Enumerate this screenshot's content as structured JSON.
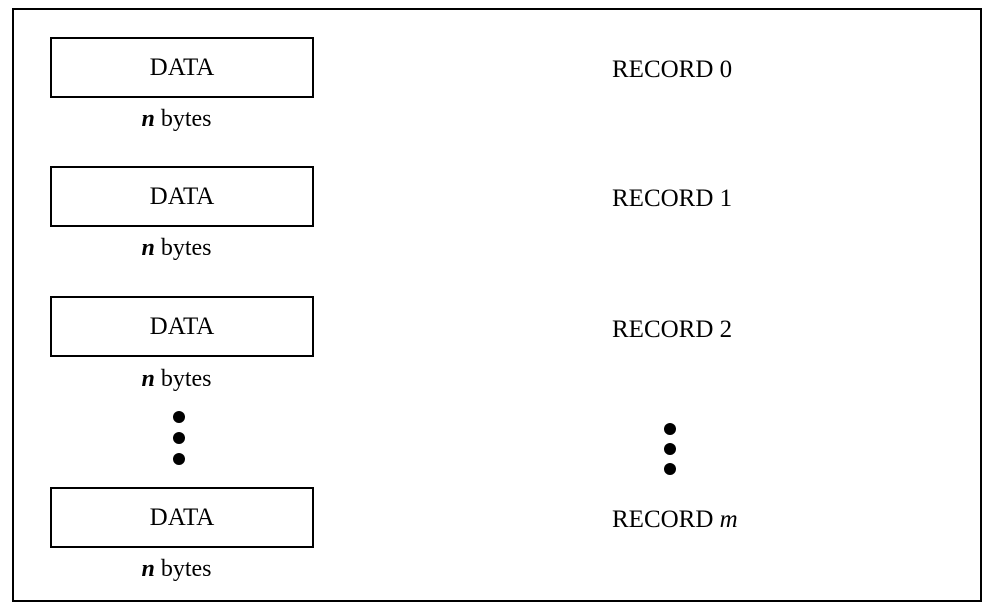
{
  "records": [
    {
      "data_label": "DATA",
      "size_var": "n",
      "size_unit": "bytes",
      "record_prefix": "RECORD",
      "record_index": "0"
    },
    {
      "data_label": "DATA",
      "size_var": "n",
      "size_unit": "bytes",
      "record_prefix": "RECORD",
      "record_index": "1"
    },
    {
      "data_label": "DATA",
      "size_var": "n",
      "size_unit": "bytes",
      "record_prefix": "RECORD",
      "record_index": "2"
    },
    {
      "data_label": "DATA",
      "size_var": "n",
      "size_unit": "bytes",
      "record_prefix": "RECORD",
      "record_index": "m"
    }
  ],
  "ellipsis": "vertical-dots"
}
